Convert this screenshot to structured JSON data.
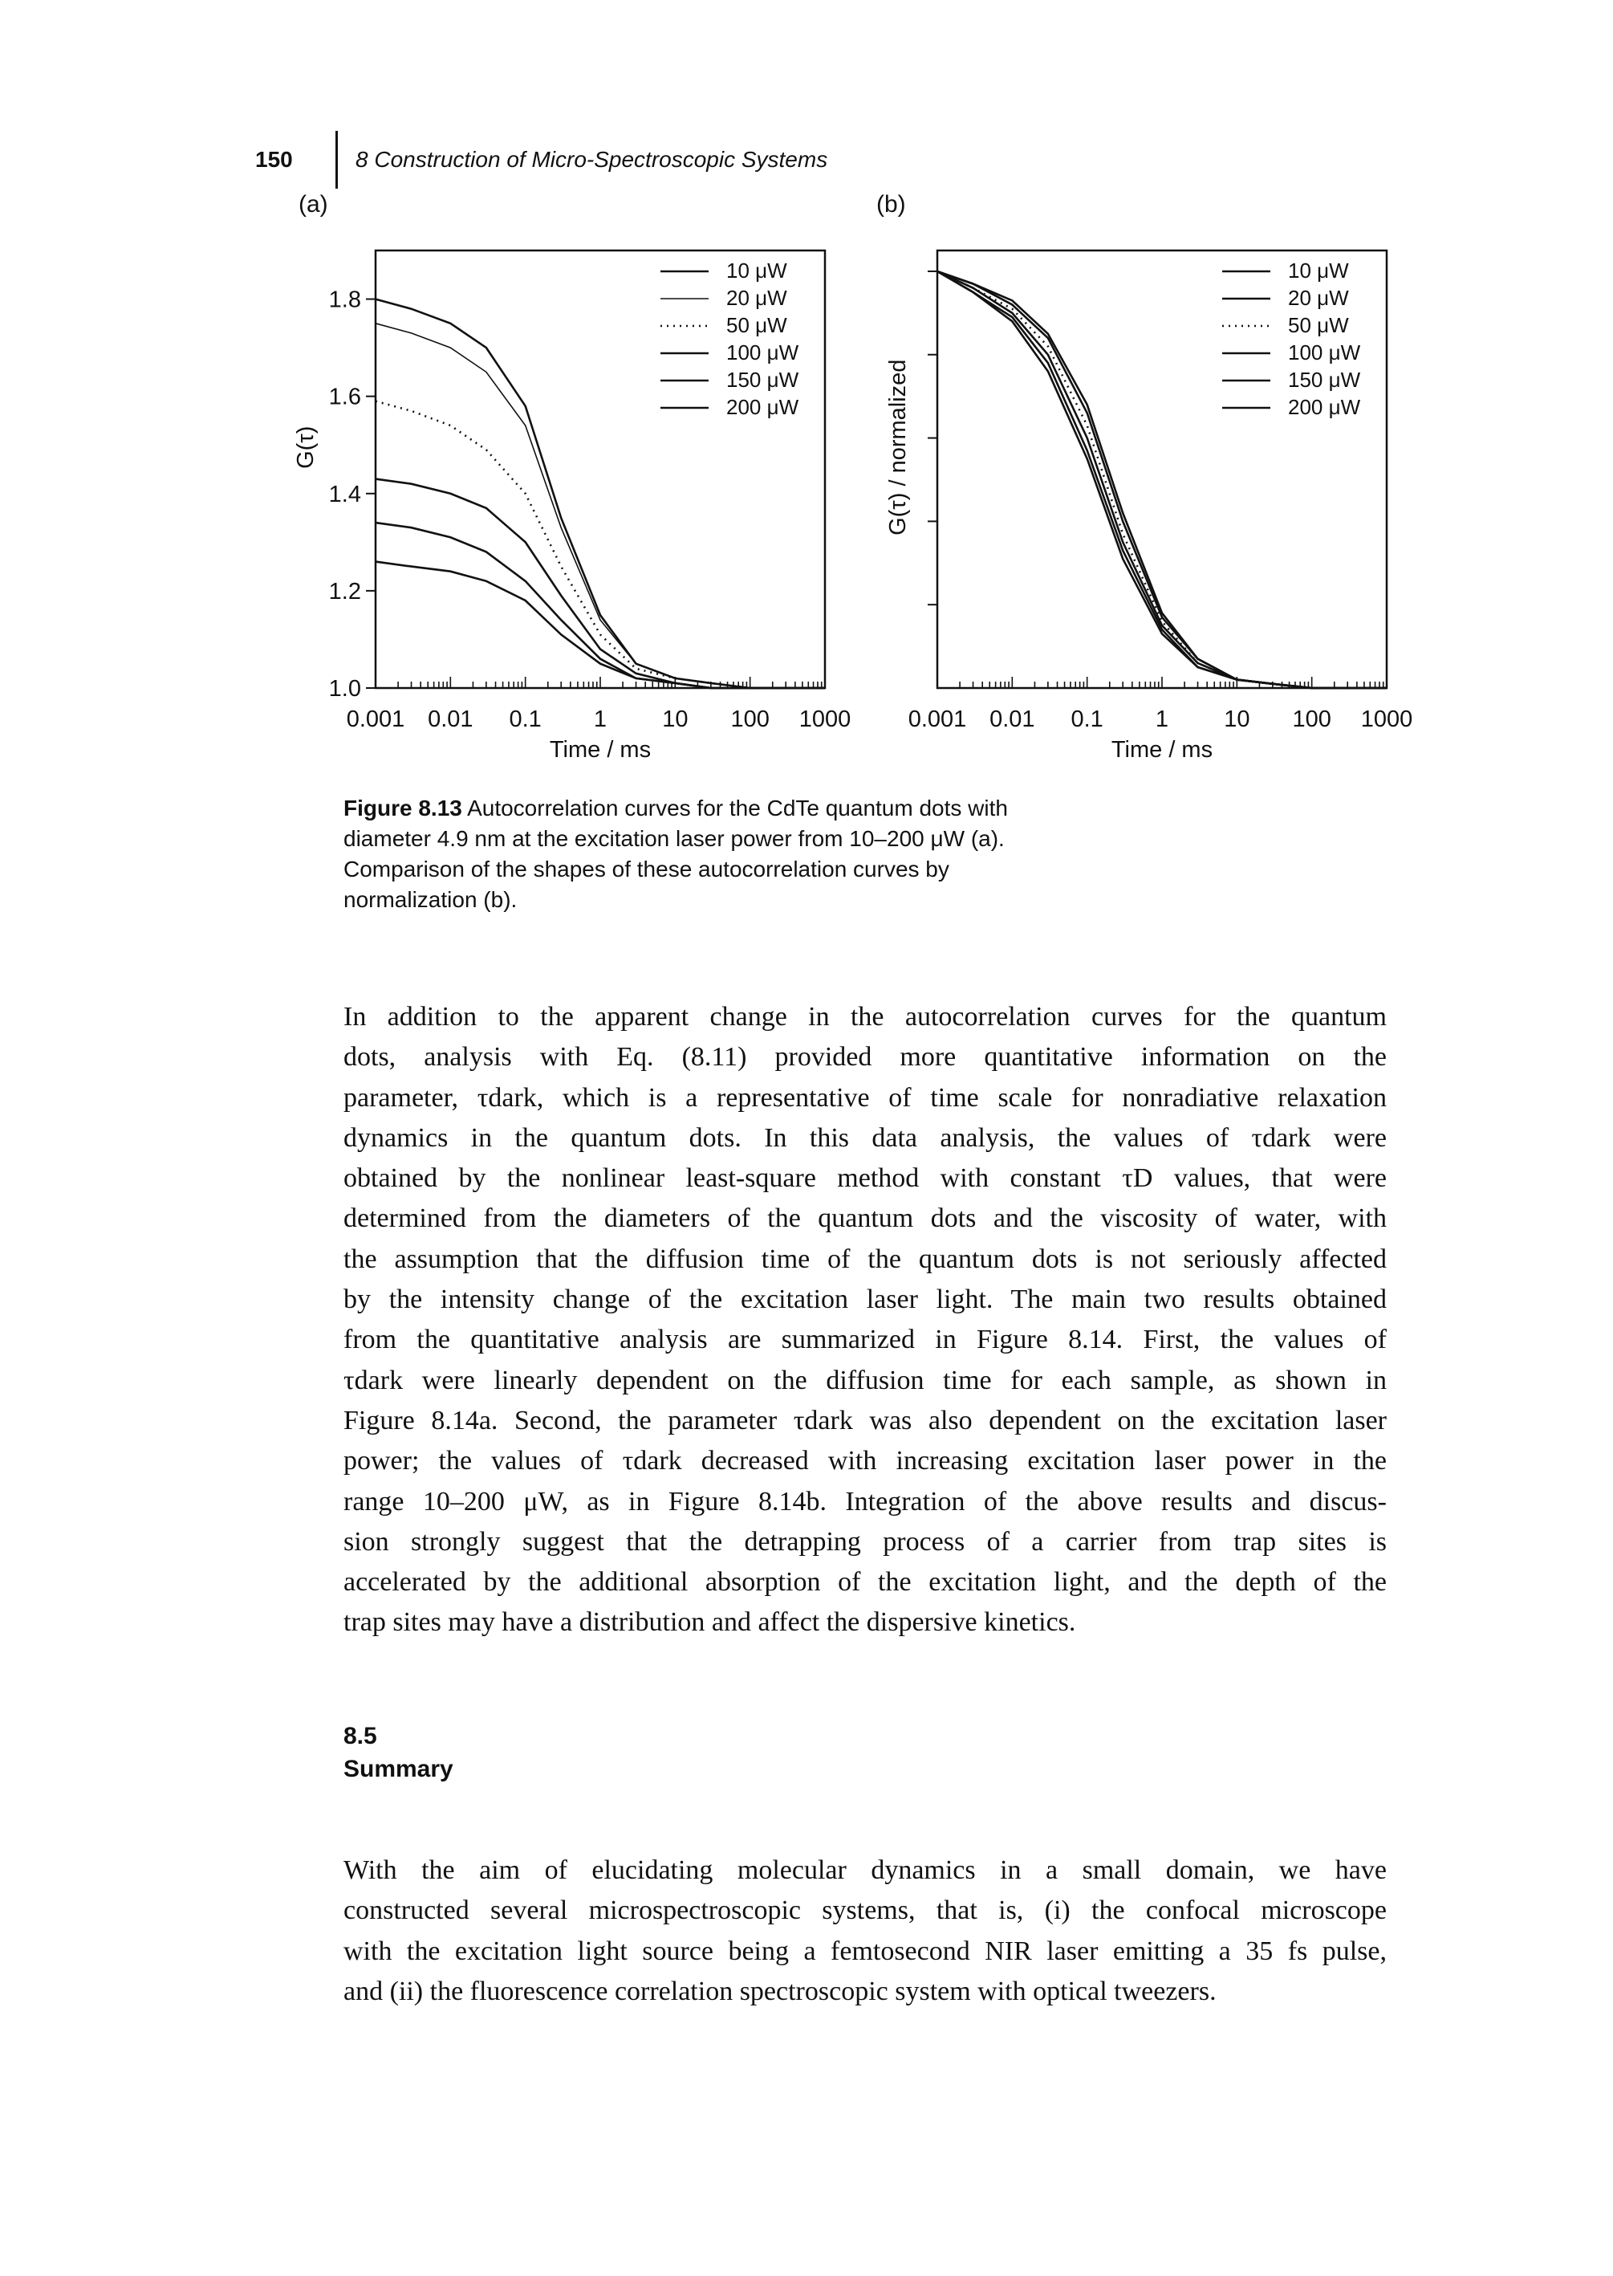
{
  "header": {
    "page_number": "150",
    "chapter": "8 Construction of Micro-Spectroscopic Systems"
  },
  "figure": {
    "panel_a": "(a)",
    "panel_b": "(b)",
    "caption_label": "Figure 8.13",
    "caption_text": "Autocorrelation curves for the CdTe quantum dots with diameter 4.9 nm at the excitation laser power from 10–200 μW (a). Comparison of the shapes of these autocorrelation curves by normalization (b)."
  },
  "chart_data": [
    {
      "type": "line",
      "title": "",
      "xlabel": "Time / ms",
      "ylabel": "G(τ)",
      "x_scale": "log",
      "xlim": [
        0.001,
        1000
      ],
      "ylim": [
        1.0,
        1.9
      ],
      "x_ticks": [
        "0.001",
        "0.01",
        "0.1",
        "1",
        "10",
        "100",
        "1000"
      ],
      "y_ticks": [
        "1.0",
        "1.2",
        "1.4",
        "1.6",
        "1.8"
      ],
      "legend": "top-right",
      "x": [
        0.001,
        0.003,
        0.01,
        0.03,
        0.1,
        0.3,
        1,
        3,
        10,
        30,
        100,
        300,
        1000
      ],
      "series": [
        {
          "name": "10 μW",
          "style": "solid",
          "values": [
            1.8,
            1.78,
            1.75,
            1.7,
            1.58,
            1.35,
            1.15,
            1.05,
            1.02,
            1.01,
            1.0,
            1.0,
            1.0
          ]
        },
        {
          "name": "20 μW",
          "style": "thin",
          "values": [
            1.75,
            1.73,
            1.7,
            1.65,
            1.54,
            1.33,
            1.14,
            1.05,
            1.02,
            1.01,
            1.0,
            1.0,
            1.0
          ]
        },
        {
          "name": "50 μW",
          "style": "dotted",
          "values": [
            1.59,
            1.57,
            1.54,
            1.49,
            1.4,
            1.25,
            1.11,
            1.04,
            1.02,
            1.01,
            1.0,
            1.0,
            1.0
          ]
        },
        {
          "name": "100 μW",
          "style": "solid",
          "values": [
            1.43,
            1.42,
            1.4,
            1.37,
            1.3,
            1.19,
            1.08,
            1.03,
            1.01,
            1.0,
            1.0,
            1.0,
            1.0
          ]
        },
        {
          "name": "150 μW",
          "style": "solid",
          "values": [
            1.34,
            1.33,
            1.31,
            1.28,
            1.22,
            1.14,
            1.06,
            1.02,
            1.01,
            1.0,
            1.0,
            1.0,
            1.0
          ]
        },
        {
          "name": "200 μW",
          "style": "solid",
          "values": [
            1.26,
            1.25,
            1.24,
            1.22,
            1.18,
            1.11,
            1.05,
            1.02,
            1.01,
            1.0,
            1.0,
            1.0,
            1.0
          ]
        }
      ]
    },
    {
      "type": "line",
      "title": "",
      "xlabel": "Time / ms",
      "ylabel": "G(τ) / normalized",
      "x_scale": "log",
      "xlim": [
        0.001,
        1000
      ],
      "ylim": [
        0,
        1.05
      ],
      "x_ticks": [
        "0.001",
        "0.01",
        "0.1",
        "1",
        "10",
        "100",
        "1000"
      ],
      "y_ticks": [],
      "legend": "top-right",
      "x": [
        0.001,
        0.003,
        0.01,
        0.03,
        0.1,
        0.3,
        1,
        3,
        10,
        30,
        100,
        300,
        1000
      ],
      "series": [
        {
          "name": "10 μW",
          "style": "solid",
          "values": [
            1.0,
            0.97,
            0.93,
            0.85,
            0.68,
            0.42,
            0.18,
            0.07,
            0.02,
            0.01,
            0.0,
            0.0,
            0.0
          ]
        },
        {
          "name": "20 μW",
          "style": "solid",
          "values": [
            1.0,
            0.97,
            0.92,
            0.84,
            0.66,
            0.4,
            0.17,
            0.07,
            0.02,
            0.01,
            0.0,
            0.0,
            0.0
          ]
        },
        {
          "name": "50 μW",
          "style": "dotted",
          "values": [
            1.0,
            0.96,
            0.91,
            0.82,
            0.63,
            0.37,
            0.16,
            0.06,
            0.02,
            0.01,
            0.0,
            0.0,
            0.0
          ]
        },
        {
          "name": "100 μW",
          "style": "solid",
          "values": [
            1.0,
            0.96,
            0.9,
            0.8,
            0.6,
            0.35,
            0.15,
            0.06,
            0.02,
            0.01,
            0.0,
            0.0,
            0.0
          ]
        },
        {
          "name": "150 μW",
          "style": "solid",
          "values": [
            1.0,
            0.95,
            0.89,
            0.78,
            0.57,
            0.33,
            0.14,
            0.05,
            0.02,
            0.01,
            0.0,
            0.0,
            0.0
          ]
        },
        {
          "name": "200 μW",
          "style": "solid",
          "values": [
            1.0,
            0.95,
            0.88,
            0.76,
            0.55,
            0.31,
            0.13,
            0.05,
            0.02,
            0.01,
            0.0,
            0.0,
            0.0
          ]
        }
      ]
    }
  ],
  "paragraph1": [
    "In addition to the apparent change in the autocorrelation curves for the quantum",
    "dots, analysis with Eq. (8.11) provided more quantitative information on the",
    "parameter, τdark, which is a representative of time scale for nonradiative relaxation",
    "dynamics in the quantum dots. In this data analysis, the values of τdark were",
    "obtained by the nonlinear least-square method with constant τD values, that were",
    "determined from the diameters of the quantum dots and the viscosity of water, with",
    "the assumption that the diffusion time of the quantum dots is not seriously affected",
    "by the intensity change of the excitation laser light. The main two results obtained",
    "from the quantitative analysis are summarized in Figure 8.14. First, the values of",
    "τdark were linearly dependent on the diffusion time for each sample, as shown in",
    "Figure 8.14a. Second, the parameter τdark was also dependent on the excitation laser",
    "power; the values of τdark decreased with increasing excitation laser power in the",
    "range 10–200 μW, as in Figure 8.14b. Integration of the above results and discus-",
    "sion strongly suggest that the detrapping process of a carrier from trap sites is",
    "accelerated by the additional absorption of the excitation light, and the depth of the",
    "trap sites may have a distribution and affect the dispersive kinetics."
  ],
  "section": {
    "number": "8.5",
    "title": "Summary"
  },
  "paragraph2": [
    "With the aim of elucidating molecular dynamics in a small domain, we have",
    "constructed several microspectroscopic systems, that is, (i) the confocal microscope",
    "with the excitation light source being a femtosecond NIR laser emitting a 35 fs pulse,",
    "and (ii) the fluorescence correlation spectroscopic system with optical tweezers."
  ]
}
